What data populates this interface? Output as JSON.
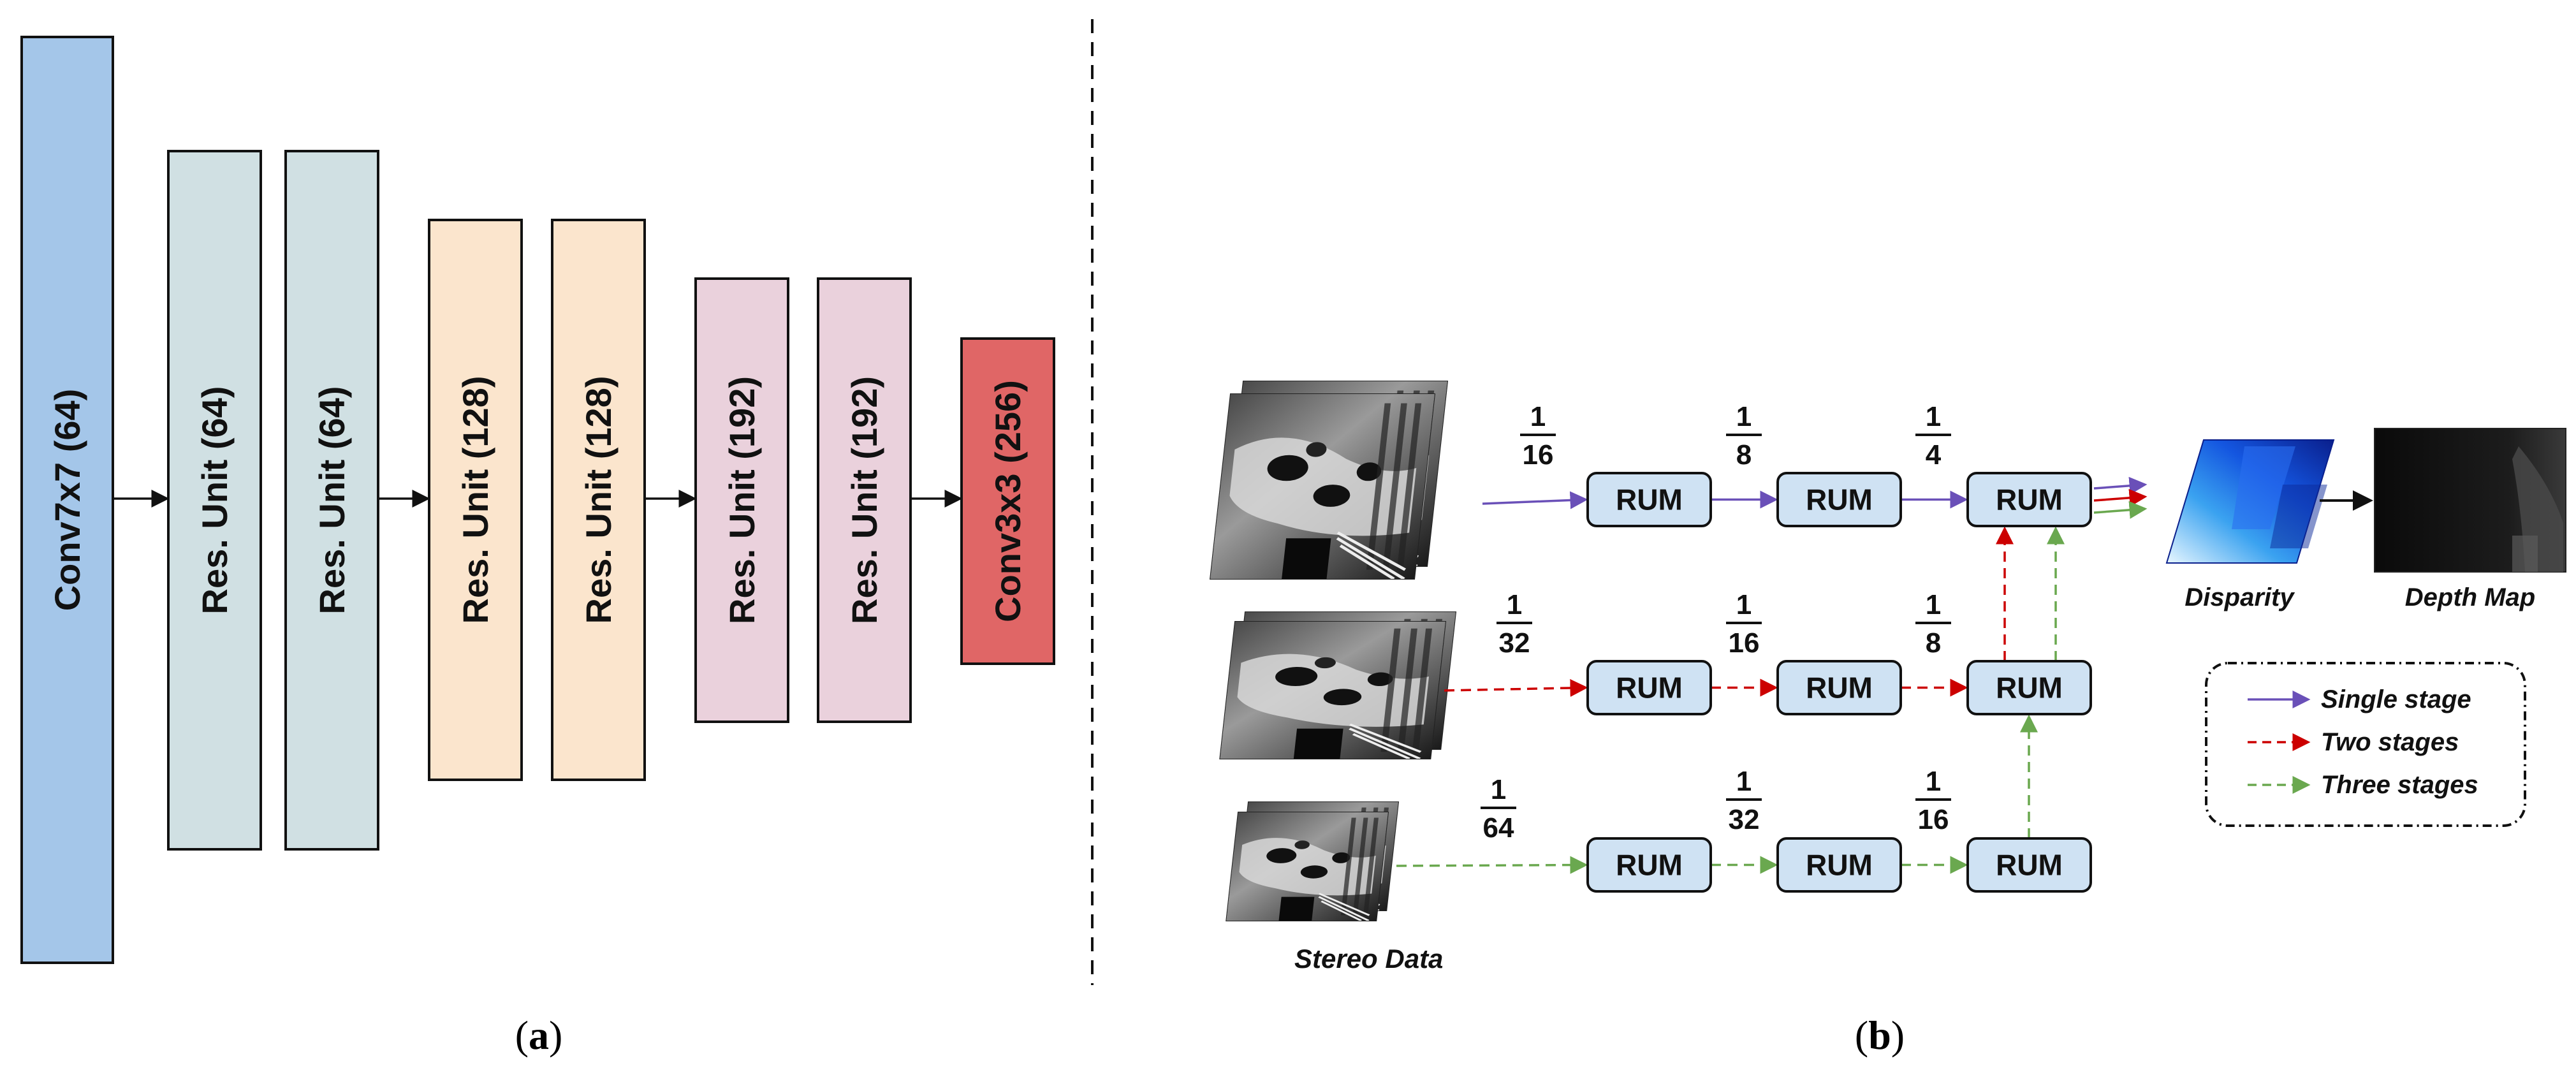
{
  "panel_a": {
    "caption_open": "(",
    "caption_letter": "a",
    "caption_close": ")",
    "blocks": [
      {
        "label": "Conv7x7 (64)",
        "fill": "#a4c6e9"
      },
      {
        "label": "Res. Unit (64)",
        "fill": "#d0e0e3"
      },
      {
        "label": "Res. Unit (64)",
        "fill": "#d0e0e3"
      },
      {
        "label": "Res. Unit (128)",
        "fill": "#fbe5cd"
      },
      {
        "label": "Res. Unit (128)",
        "fill": "#fbe5cd"
      },
      {
        "label": "Res. Unit (192)",
        "fill": "#ead1dc"
      },
      {
        "label": "Res. Unit (192)",
        "fill": "#ead1dc"
      },
      {
        "label": "Conv3x3 (256)",
        "fill": "#e06666"
      }
    ]
  },
  "panel_b": {
    "caption_open": "(",
    "caption_letter": "b",
    "caption_close": ")",
    "input_label": "Stereo Data",
    "disparity_label": "Disparity",
    "depth_label": "Depth Map",
    "rum_label": "RUM",
    "rum_fill": "#cfe2f3",
    "rows": [
      {
        "fractions": [
          [
            "1",
            "16"
          ],
          [
            "1",
            "8"
          ],
          [
            "1",
            "4"
          ]
        ],
        "color": "#6a50b8"
      },
      {
        "fractions": [
          [
            "1",
            "32"
          ],
          [
            "1",
            "16"
          ],
          [
            "1",
            "8"
          ]
        ],
        "color": "#cc0000"
      },
      {
        "fractions": [
          [
            "1",
            "64"
          ],
          [
            "1",
            "32"
          ],
          [
            "1",
            "16"
          ]
        ],
        "color": "#6aa84f"
      }
    ],
    "legend": [
      {
        "label": "Single stage",
        "color": "#6a50b8",
        "style": "solid"
      },
      {
        "label": "Two stages",
        "color": "#cc0000",
        "style": "dashed"
      },
      {
        "label": "Three stages",
        "color": "#6aa84f",
        "style": "dashed"
      }
    ]
  }
}
